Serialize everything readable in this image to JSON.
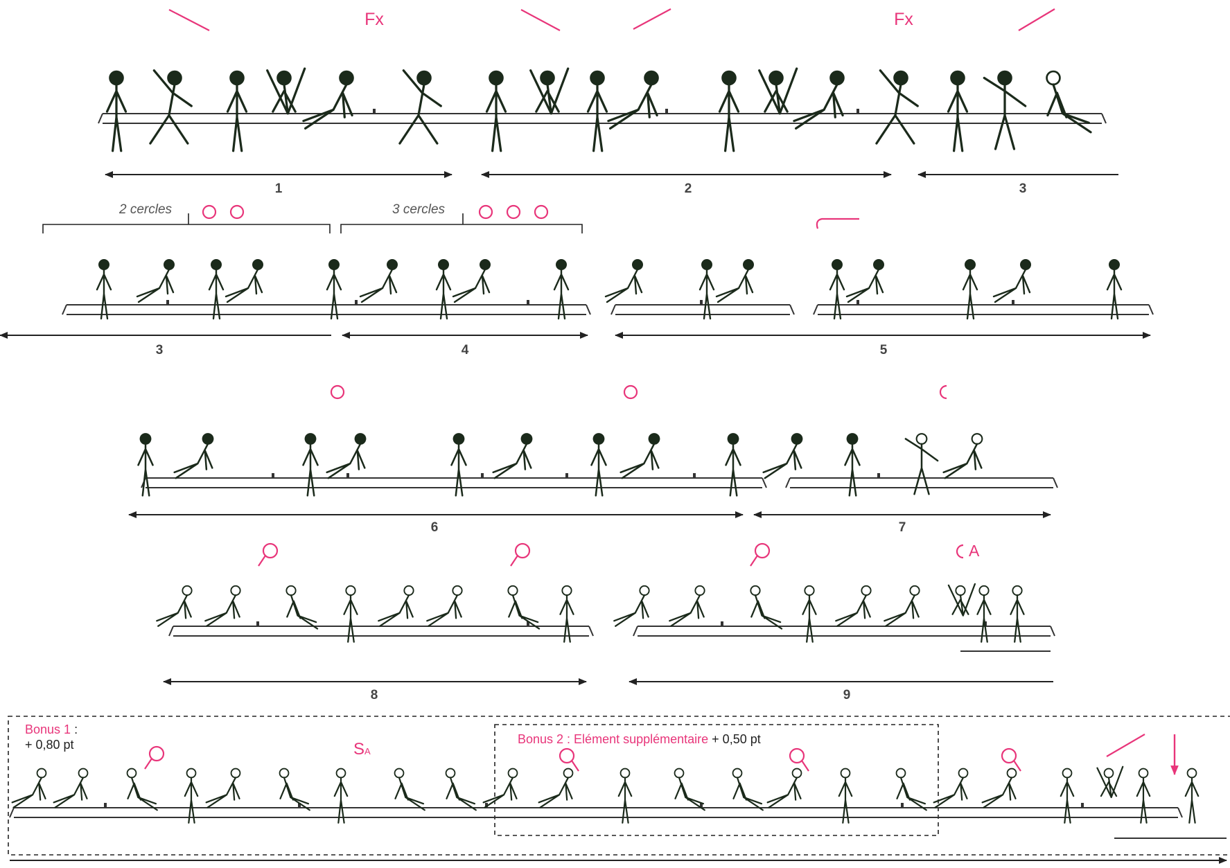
{
  "colors": {
    "accent": "#e8357a",
    "figure_ink": "#1b2a1b",
    "apparatus": "#333333",
    "arrow": "#222222",
    "label_grey": "#444444"
  },
  "icons": {
    "travel": "travel-line-icon",
    "circle": "circle-icon",
    "half_circle": "half-circle-icon",
    "pommel_circle": "circle-with-tail-icon",
    "dismount": "down-arrow-icon",
    "gymnast": "gymnast-figure-icon",
    "horse": "pommel-horse-icon"
  },
  "fx_labels": [
    "Fx",
    "Fx"
  ],
  "segments": [
    {
      "number": "1"
    },
    {
      "number": "2"
    },
    {
      "number": "3"
    },
    {
      "number": "3"
    },
    {
      "number": "4"
    },
    {
      "number": "5"
    },
    {
      "number": "6"
    },
    {
      "number": "7"
    },
    {
      "number": "8"
    },
    {
      "number": "9"
    }
  ],
  "circle_groups": [
    {
      "label": "2 cercles",
      "count": 2
    },
    {
      "label": "3 cercles",
      "count": 3
    }
  ],
  "symbols": {
    "a_label": "A",
    "sa_main": "S",
    "sa_sub": "A"
  },
  "bonus1": {
    "title": "Bonus 1",
    "colon": " :",
    "value": "+ 0,80 pt"
  },
  "bonus2": {
    "title": "Bonus 2 : Elément supplémentaire",
    "value": " + 0,50 pt"
  }
}
